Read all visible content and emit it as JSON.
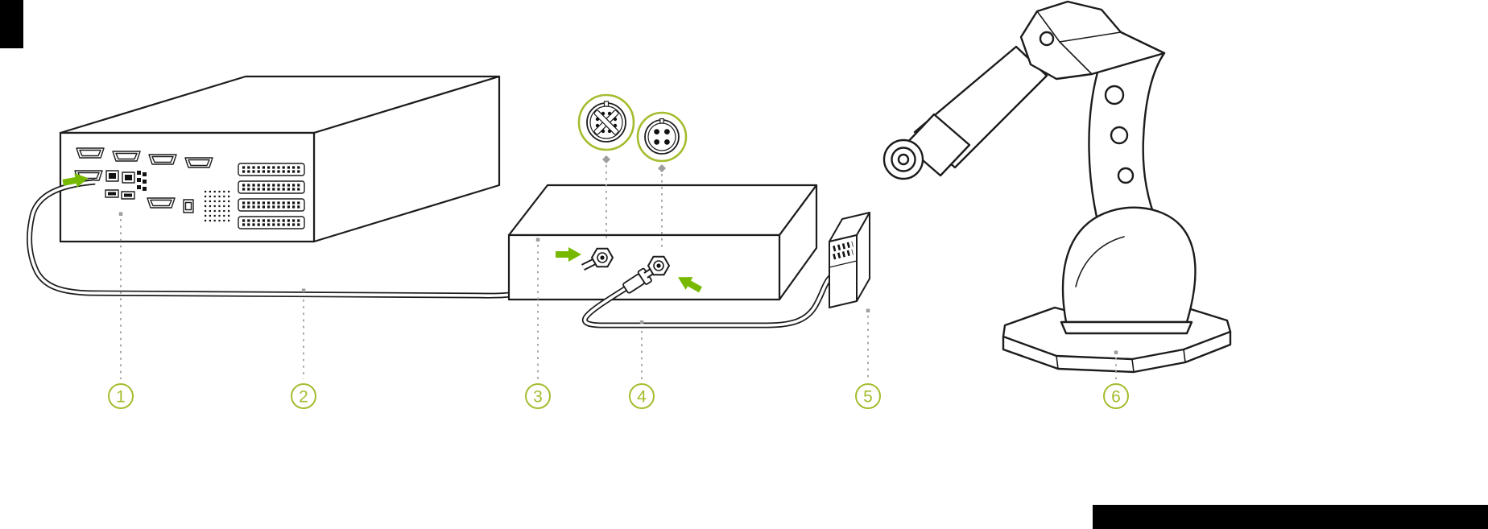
{
  "diagram": {
    "kind": "hardware-connection-diagram",
    "background": "#ffffff"
  },
  "palette": {
    "outline_black": "#1c1c1c",
    "arrow_green": "#76b900",
    "ring_olive_green": "#a6bc2e",
    "callout_gray": "#9e9e9e",
    "bar_black": "#000000"
  },
  "callouts": [
    {
      "number": "1",
      "component": "industrial-pc"
    },
    {
      "number": "2",
      "component": "data-cable"
    },
    {
      "number": "3",
      "component": "interface-box"
    },
    {
      "number": "4",
      "component": "sensor-cable"
    },
    {
      "number": "5",
      "component": "terminal-connector"
    },
    {
      "number": "6",
      "component": "robot-arm"
    }
  ],
  "detail_views": [
    {
      "icon": "m12-x-coded-connector-face-icon"
    },
    {
      "icon": "m12-a-coded-connector-face-icon"
    }
  ]
}
